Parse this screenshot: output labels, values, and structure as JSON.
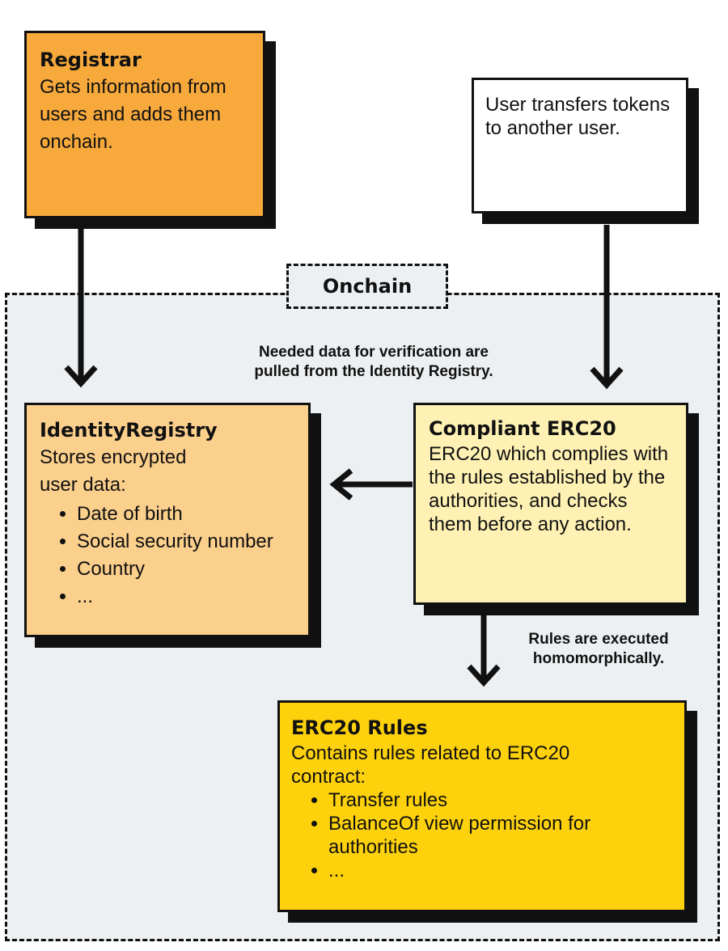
{
  "region": {
    "label": "Onchain"
  },
  "registrar": {
    "title": "Registrar",
    "body": "Gets information from users and adds them onchain."
  },
  "user_transfer": {
    "body": "User transfers tokens to another user."
  },
  "identity_registry": {
    "title": "IdentityRegistry",
    "body": "Stores encrypted user data:",
    "items": [
      "Date of birth",
      "Social security number",
      "Country",
      "..."
    ]
  },
  "compliant_erc20": {
    "title": "Compliant ERC20",
    "body": "ERC20 which complies with the rules established by the authorities, and checks them before any action."
  },
  "erc20_rules": {
    "title": "ERC20 Rules",
    "body": "Contains rules related to ERC20 contract:",
    "items": [
      "Transfer rules",
      "BalanceOf view permission for authorities",
      "..."
    ]
  },
  "notes": {
    "verification": [
      "Needed data for verification are",
      "pulled from the Identity Registry."
    ],
    "homomorphic": [
      "Rules are executed",
      "homomorphically."
    ]
  },
  "colors": {
    "registrar": "#f7a93c",
    "identity_registry": "#fbcf8c",
    "compliant_erc20": "#fef1b3",
    "erc20_rules": "#fdd10b",
    "user_transfer": "#ffffff",
    "region": "#edf0f2"
  }
}
